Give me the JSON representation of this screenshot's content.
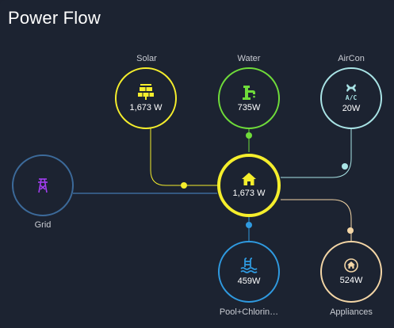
{
  "card": {
    "title": "Power Flow"
  },
  "nodes": {
    "solar": {
      "label": "Solar",
      "value": "1,673 W",
      "color": "#f5ee2c",
      "icon": "solar-panel-icon"
    },
    "water": {
      "label": "Water",
      "value": "735W",
      "color": "#6fdc3a",
      "icon": "water-tap-icon"
    },
    "aircon": {
      "label": "AirCon",
      "value": "20W",
      "color": "#a9e4e6",
      "icon": "fan-ac-icon",
      "icon_text": "A/C"
    },
    "grid": {
      "label": "Grid",
      "value": "",
      "color": "#3c6a9a",
      "icon": "transmission-tower-icon"
    },
    "home": {
      "label": "",
      "value": "1,673 W",
      "color": "#f5ee2c",
      "icon": "home-icon"
    },
    "pool": {
      "label": "Pool+Chlorin…",
      "value": "459W",
      "color": "#2f9ae0",
      "icon": "pool-icon"
    },
    "appliances": {
      "label": "Appliances",
      "value": "524W",
      "color": "#f4d6a6",
      "icon": "home-circle-icon"
    }
  }
}
